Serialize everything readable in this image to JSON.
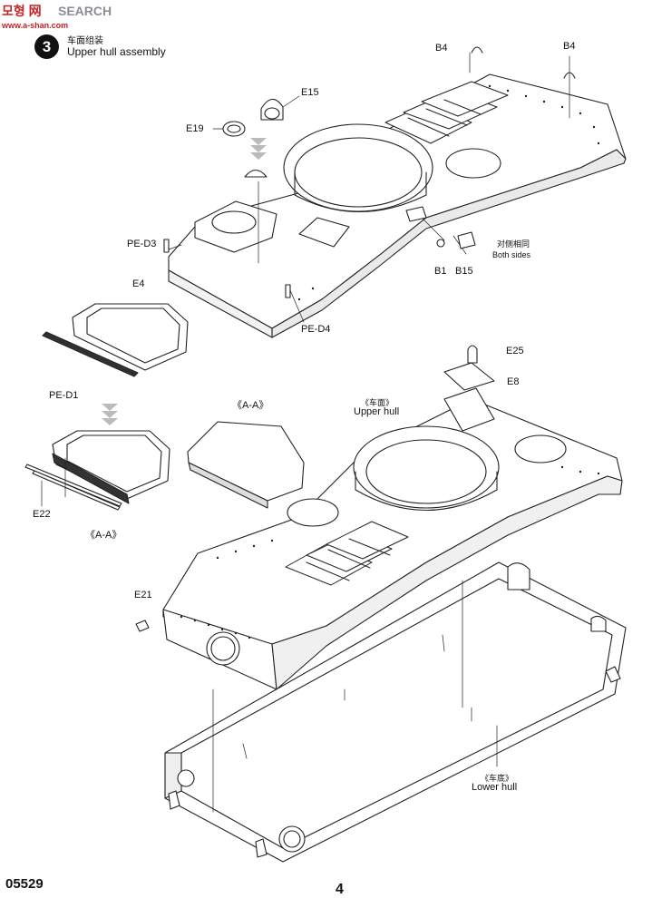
{
  "watermark": {
    "logo_text": "모형 网",
    "brand_text": "SEARCH",
    "url_text": "www.a-shan.com"
  },
  "step": {
    "number": "3",
    "title_cn": "车面组装",
    "title_en": "Upper hull assembly"
  },
  "labels": {
    "b4_left": "B4",
    "b4_right": "B4",
    "e15": "E15",
    "e19": "E19",
    "pe_d3": "PE-D3",
    "pe_d4": "PE-D4",
    "b1": "B1",
    "b15": "B15",
    "both_sides_cn": "对侧相同",
    "both_sides_en": "Both sides",
    "e4": "E4",
    "pe_d1": "PE-D1",
    "e22": "E22",
    "aa_upper": "《A-A》",
    "aa_lower": "《A-A》",
    "e25": "E25",
    "e8": "E8",
    "upper_hull_cn": "《车面》",
    "upper_hull_en": "Upper hull",
    "e21": "E21",
    "lower_hull_cn": "《车底》",
    "lower_hull_en": "Lower hull"
  },
  "footer": {
    "catalog_number": "05529",
    "page_number": "4"
  }
}
